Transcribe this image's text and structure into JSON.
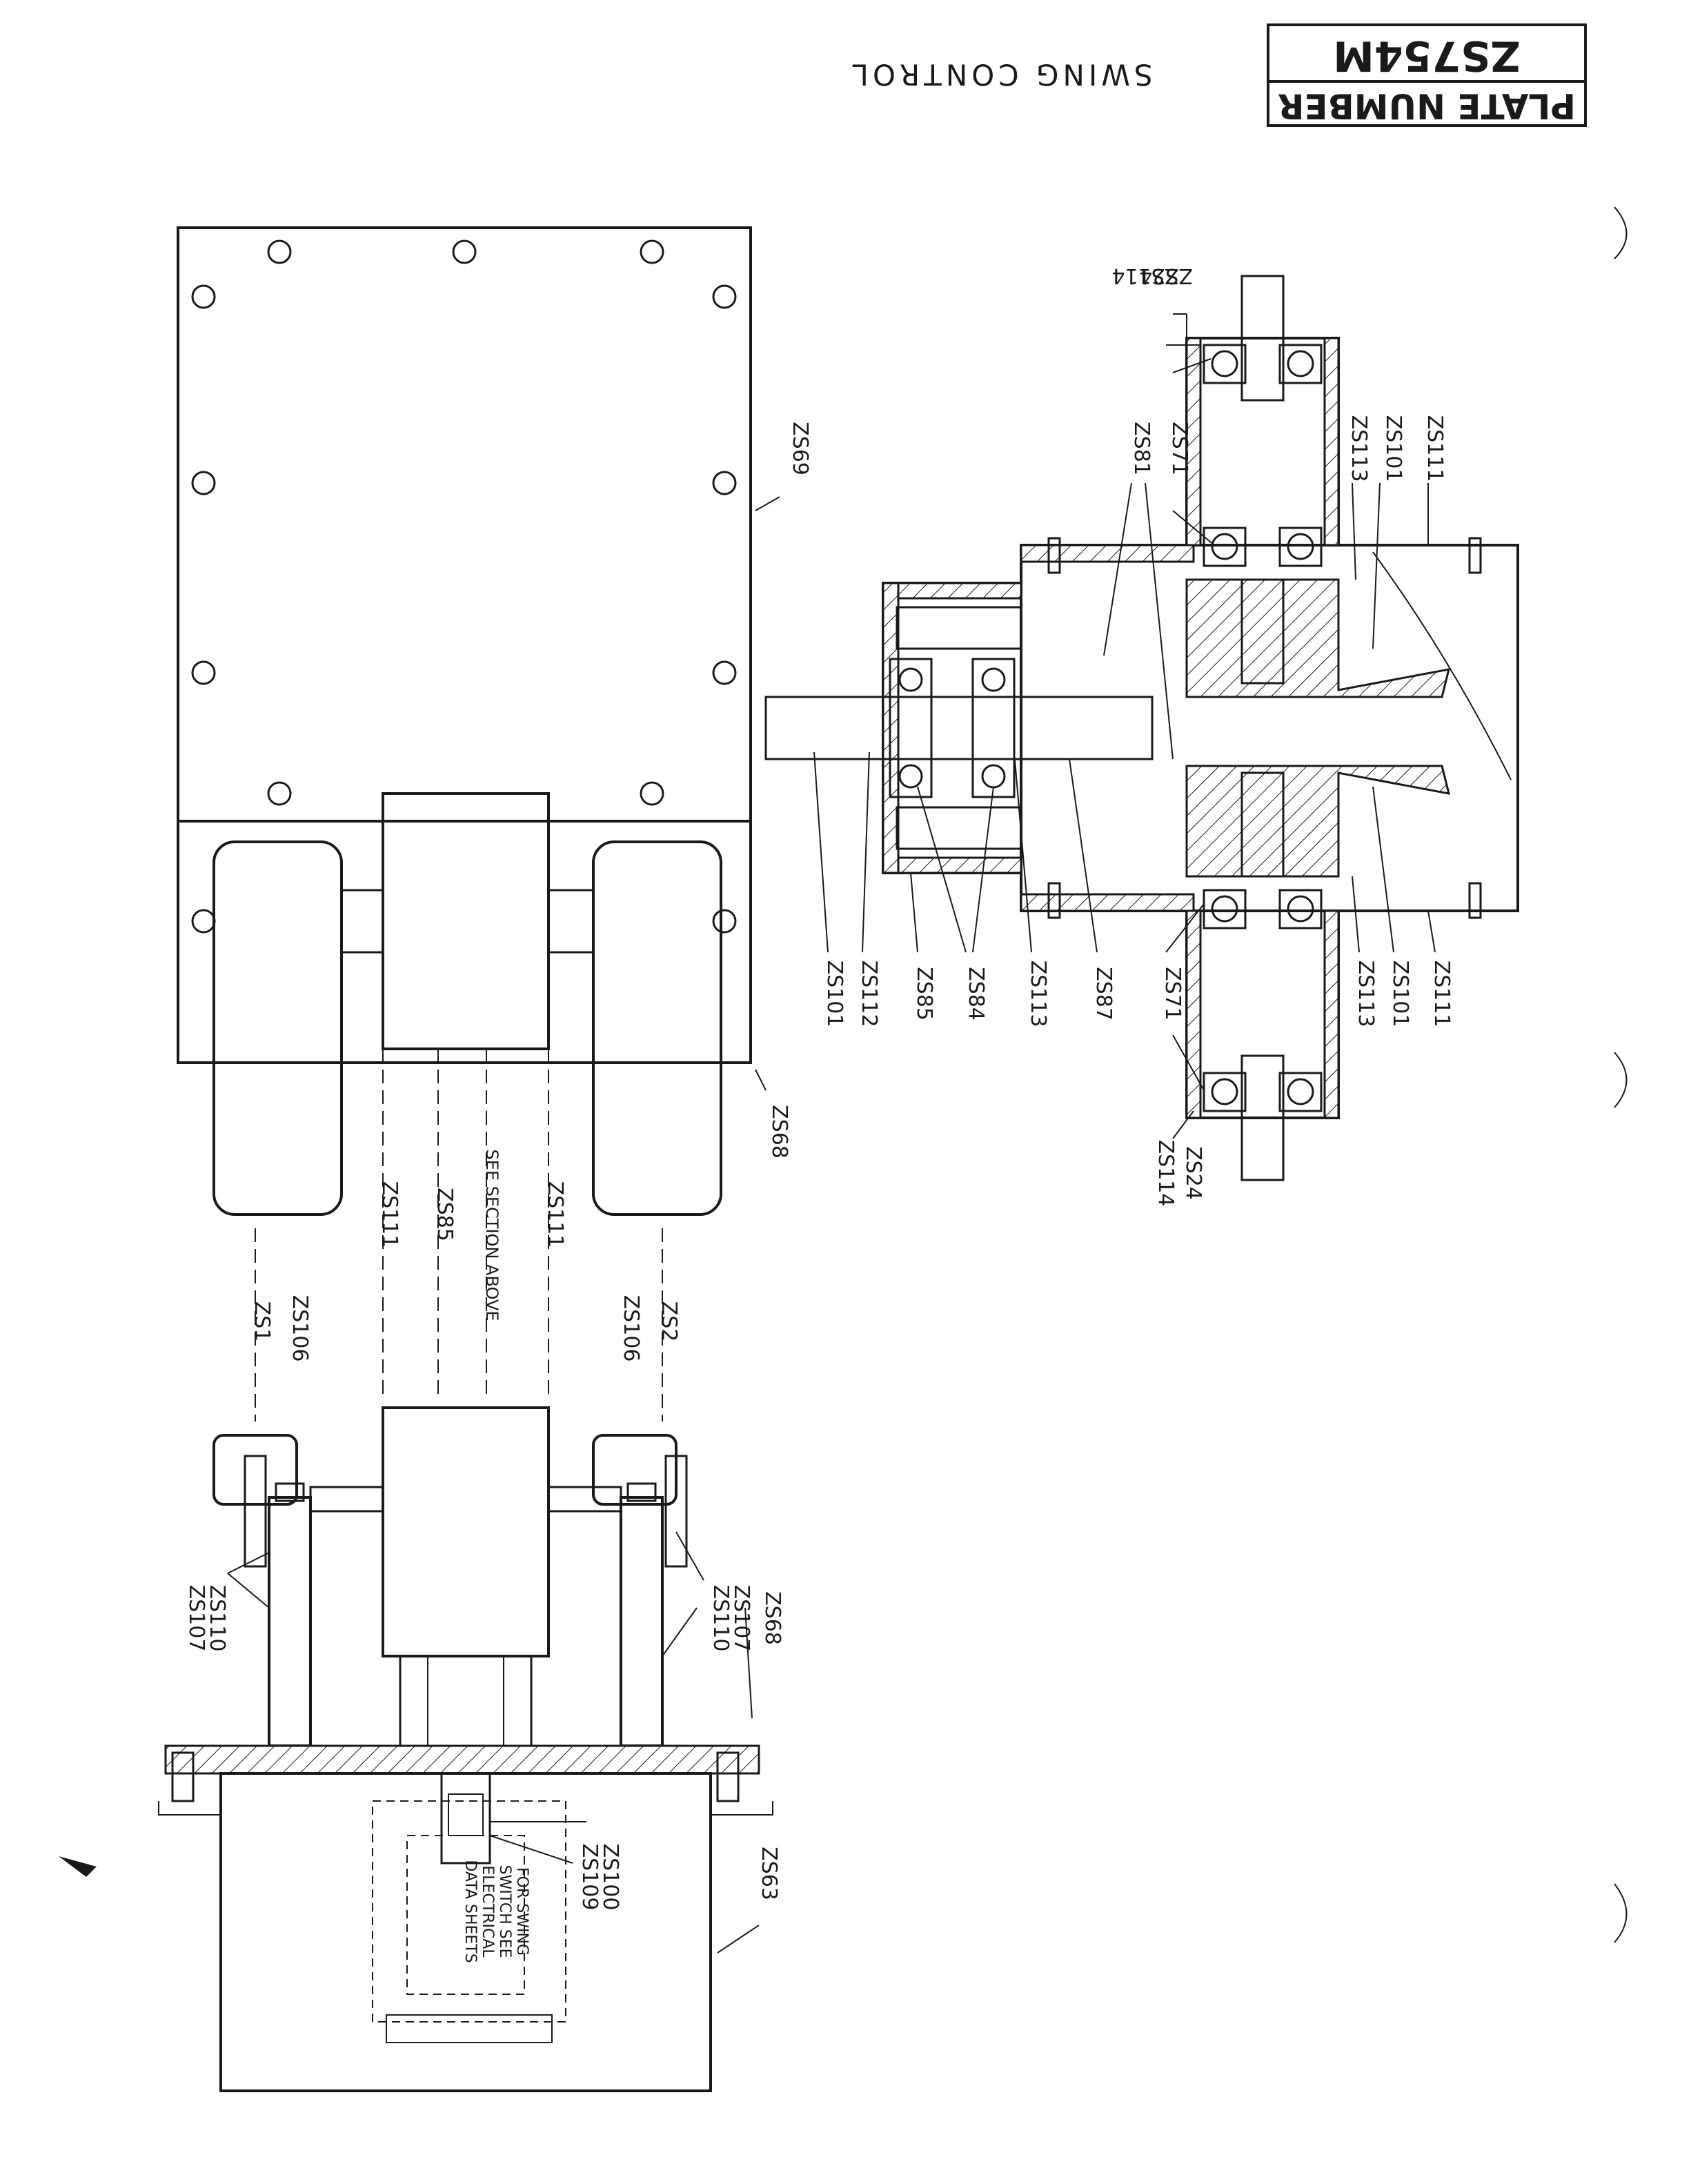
{
  "title_block": {
    "label": "PLATE NUMBER",
    "number": "ZS754M"
  },
  "drawing_title": "SWING CONTROL",
  "section_view": {
    "labels_top": [
      "ZS24",
      "ZS114",
      "ZS71",
      "ZS81",
      "ZS113",
      "ZS101",
      "ZS111"
    ],
    "labels_bottom": [
      "ZS101",
      "ZS112",
      "ZS85",
      "ZS84",
      "ZS113",
      "ZS87",
      "ZS71",
      "ZS113",
      "ZS101",
      "ZS111",
      "ZS24",
      "ZS114"
    ]
  },
  "plan_view": {
    "labels": [
      "ZS69",
      "ZS68"
    ],
    "note": "SEE SECTION ABOVE",
    "callouts": [
      "ZS111",
      "ZS85",
      "ZS111",
      "ZS1",
      "ZS106",
      "ZS106",
      "ZS2"
    ]
  },
  "side_view": {
    "labels": [
      "ZS110",
      "ZS107",
      "ZS68",
      "ZS107",
      "ZS110",
      "ZS63",
      "ZS100",
      "ZS109"
    ],
    "switch_note": [
      "FOR SWING",
      "SWITCH SEE",
      "ELECTRICAL",
      "DATA SHEETS"
    ]
  }
}
